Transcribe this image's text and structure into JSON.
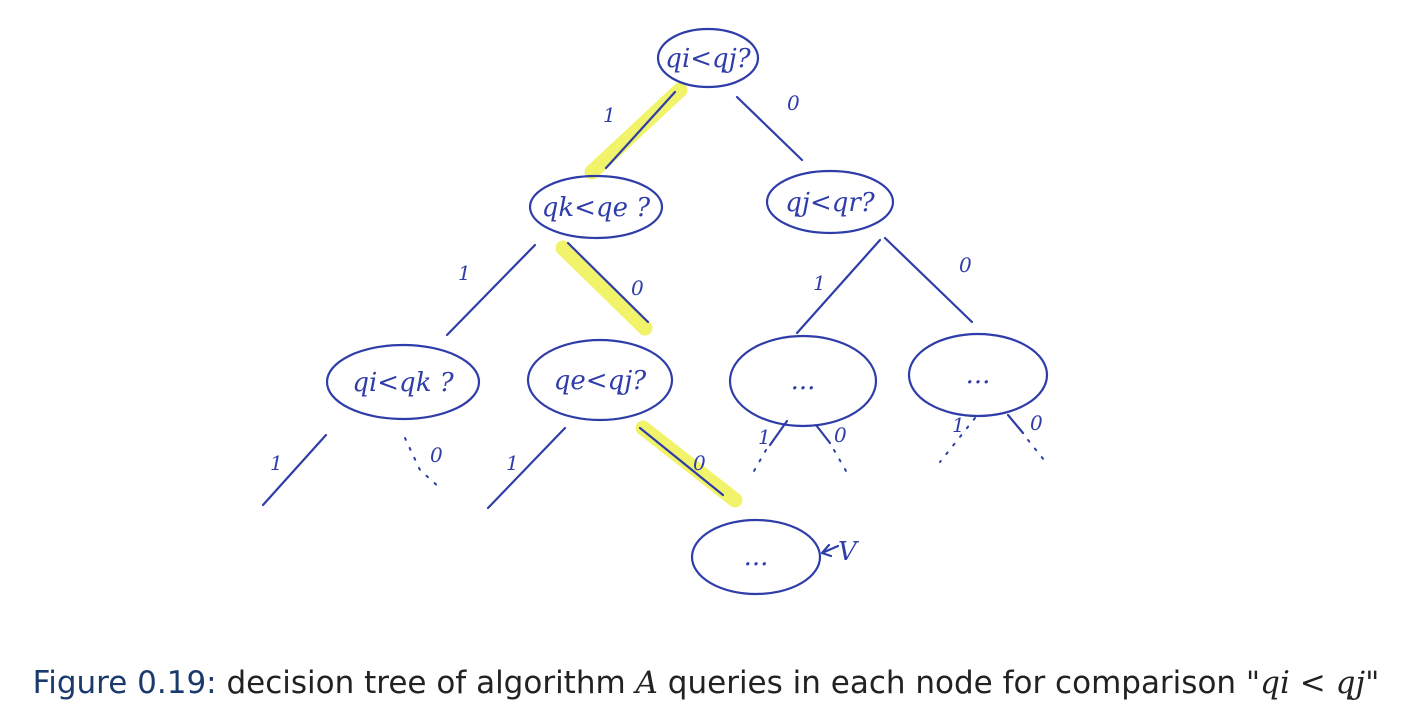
{
  "diagram": {
    "nodes": {
      "root": "qi<qj?",
      "left": "qk<qe ?",
      "right": "qj<qr?",
      "left_left": "qi<qk ?",
      "left_right": "qe<qj?",
      "right_left": "...",
      "right_right": "...",
      "leaf": "..."
    },
    "edge_labels": {
      "one": "1",
      "zero": "0"
    },
    "leaf_marker": "V",
    "highlight_color": "#eef046",
    "ink_color": "#2f3da9"
  },
  "caption": {
    "figure_label": "Figure 0.19:",
    "text_before": "decision tree of algorithm",
    "algorithm": "A",
    "text_middle": "queries in each node for comparison",
    "comparison": "\"qi < qj\""
  }
}
